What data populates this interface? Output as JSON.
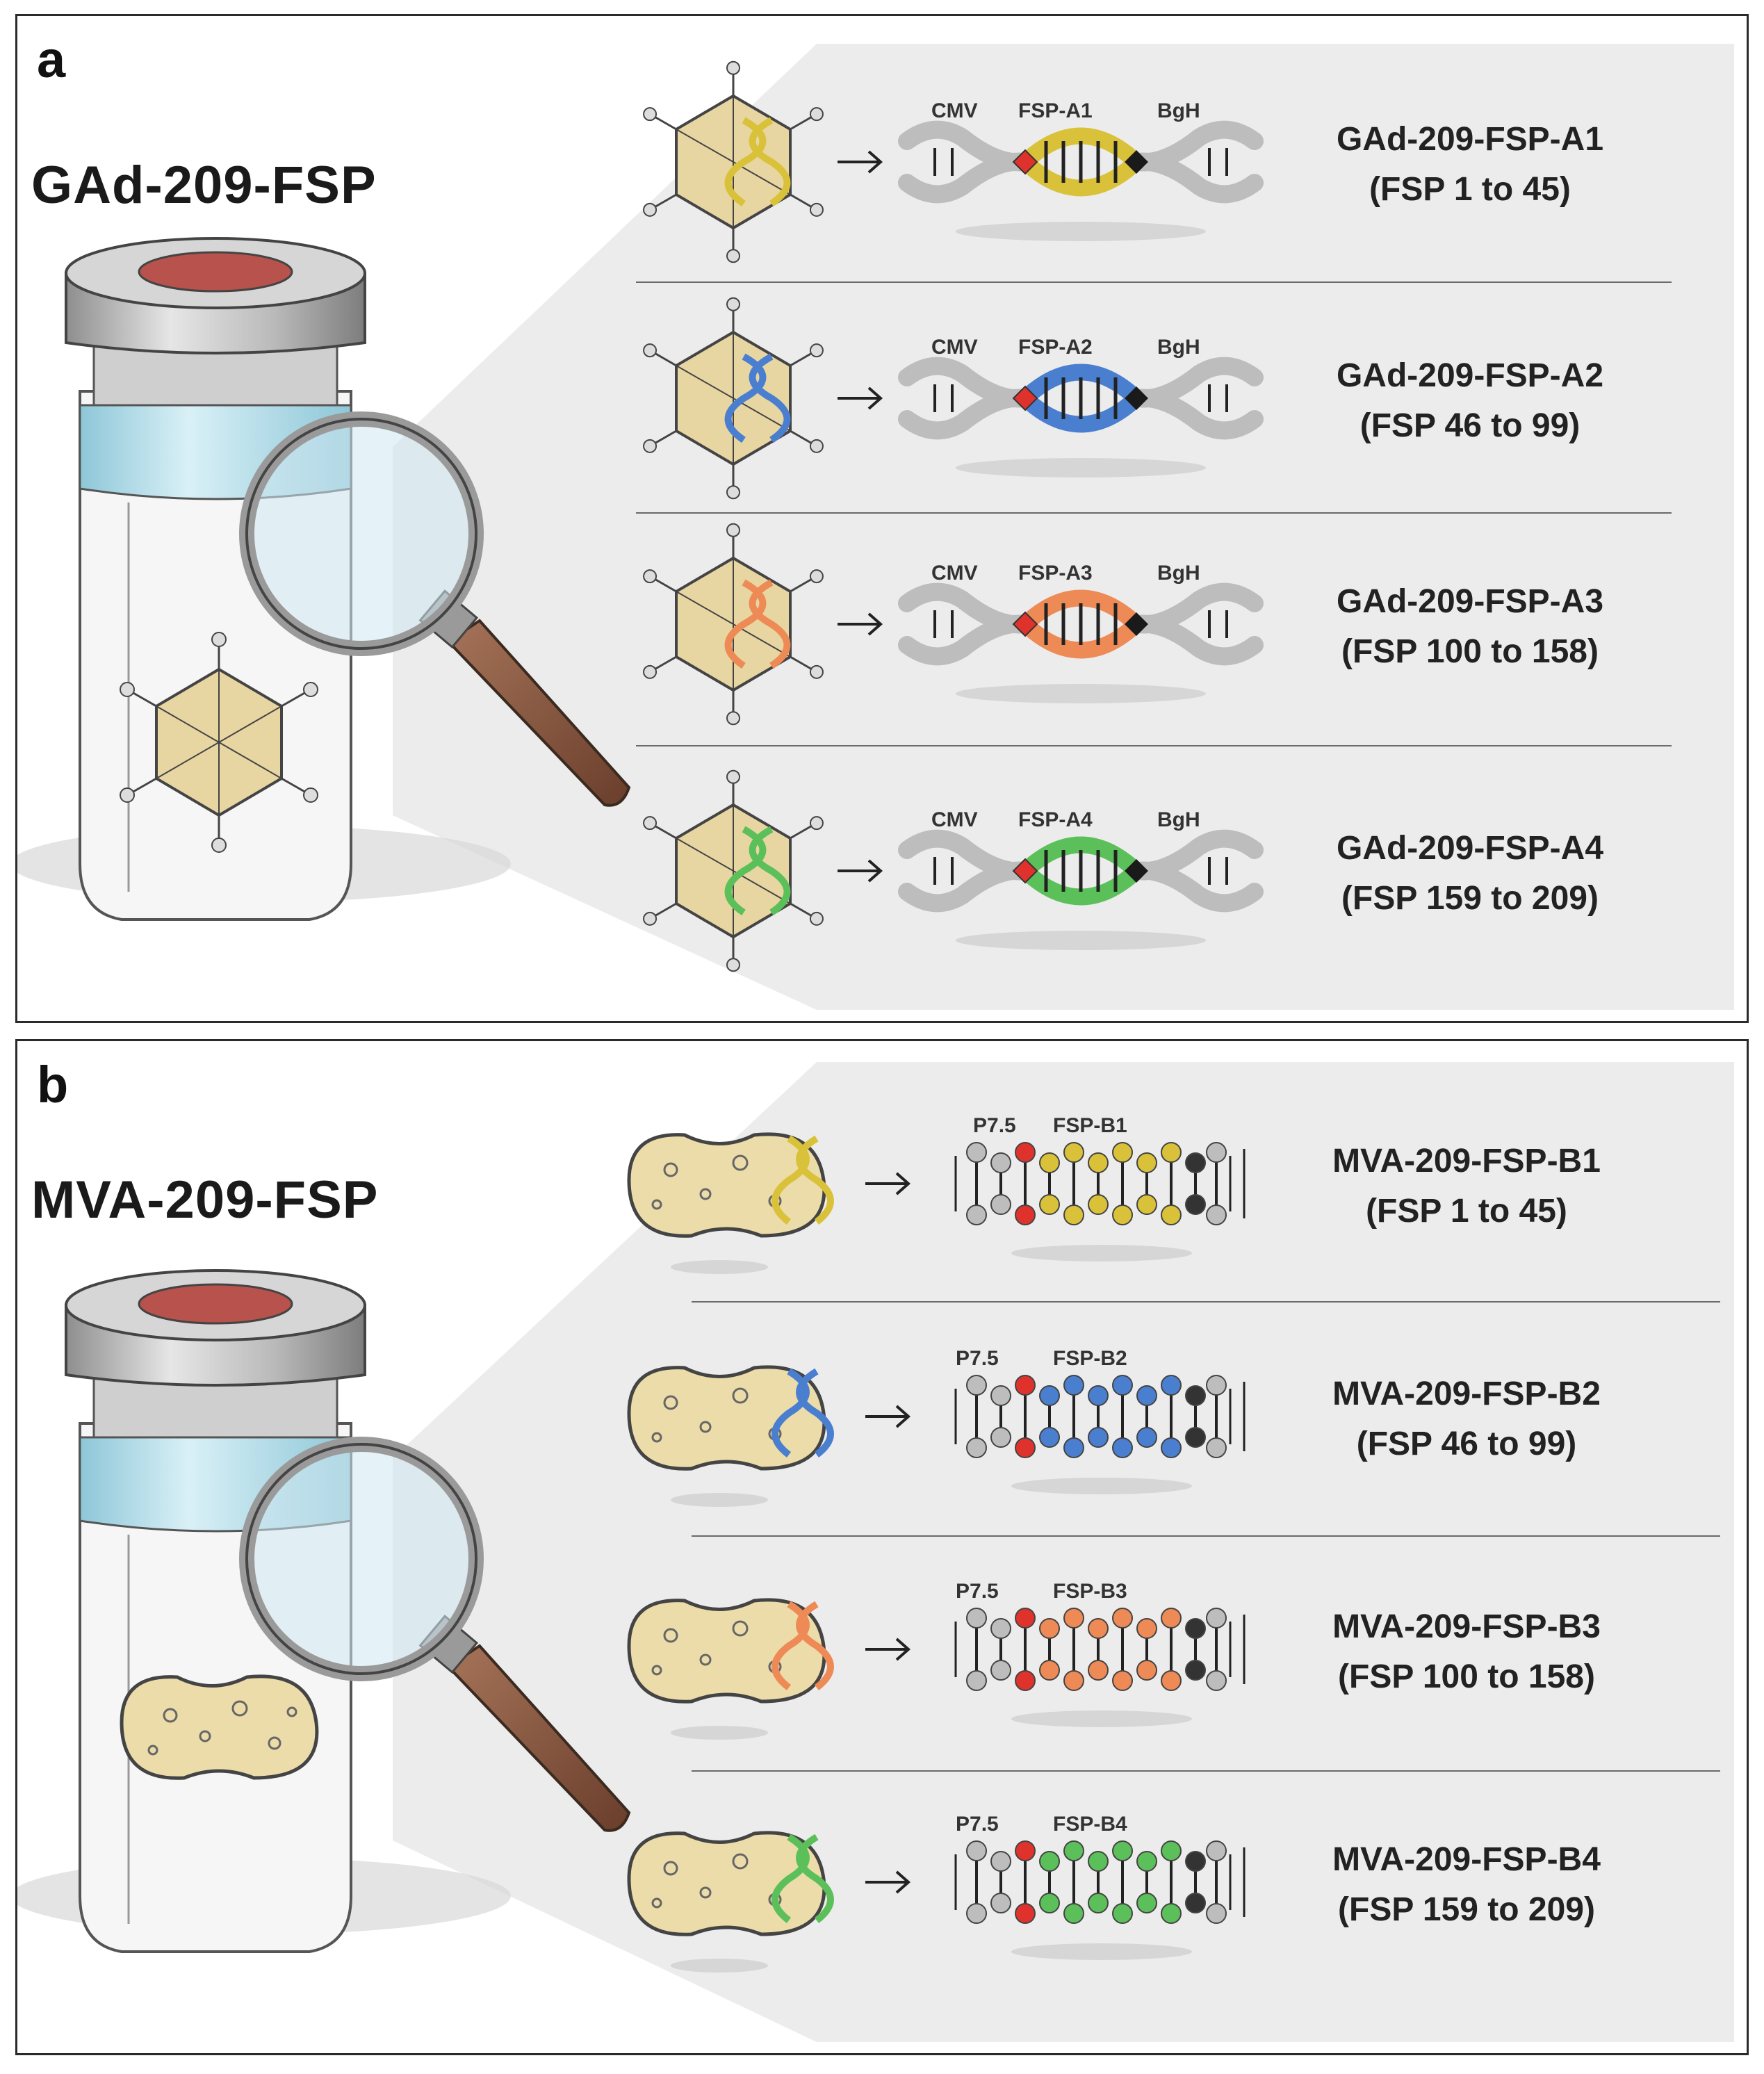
{
  "panel_a": {
    "letter": "a",
    "title": "GAd-209-FSP",
    "rows": [
      {
        "promoter": "CMV",
        "insert": "FSP-A1",
        "terminator": "BgH",
        "name": "GAd-209-FSP-A1",
        "range": "(FSP 1 to 45)",
        "color": "#d9c23a"
      },
      {
        "promoter": "CMV",
        "insert": "FSP-A2",
        "terminator": "BgH",
        "name": "GAd-209-FSP-A2",
        "range": "(FSP 46 to 99)",
        "color": "#4a7fd0"
      },
      {
        "promoter": "CMV",
        "insert": "FSP-A3",
        "terminator": "BgH",
        "name": "GAd-209-FSP-A3",
        "range": "(FSP 100 to 158)",
        "color": "#ee8a55"
      },
      {
        "promoter": "CMV",
        "insert": "FSP-A4",
        "terminator": "BgH",
        "name": "GAd-209-FSP-A4",
        "range": "(FSP 159 to 209)",
        "color": "#5cc05a"
      }
    ]
  },
  "panel_b": {
    "letter": "b",
    "title": "MVA-209-FSP",
    "rows": [
      {
        "promoter": "P7.5",
        "insert": "FSP-B1",
        "name": "MVA-209-FSP-B1",
        "range": "(FSP 1 to 45)",
        "color": "#d9c23a"
      },
      {
        "promoter": "P7.5",
        "insert": "FSP-B2",
        "name": "MVA-209-FSP-B2",
        "range": "(FSP 46 to 99)",
        "color": "#4a7fd0"
      },
      {
        "promoter": "P7.5",
        "insert": "FSP-B3",
        "name": "MVA-209-FSP-B3",
        "range": "(FSP 100 to 158)",
        "color": "#ee8a55"
      },
      {
        "promoter": "P7.5",
        "insert": "FSP-B4",
        "name": "MVA-209-FSP-B4",
        "range": "(FSP 159 to 209)",
        "color": "#5cc05a"
      }
    ]
  },
  "icons": [
    "vial-icon",
    "magnifier-icon",
    "adenovirus-icon",
    "mva-virus-icon",
    "dna-helix-icon",
    "arrow-right-icon"
  ],
  "colors": {
    "background_band": "#ececec",
    "capsid": "#e8d6a2",
    "promoter_marker": "#e0322c",
    "terminator_marker": "#1a1a1a",
    "vial_liquid": "#bfe3ee",
    "vial_cap": "#b5b5b5",
    "magnifier_handle": "#8a5a42"
  }
}
